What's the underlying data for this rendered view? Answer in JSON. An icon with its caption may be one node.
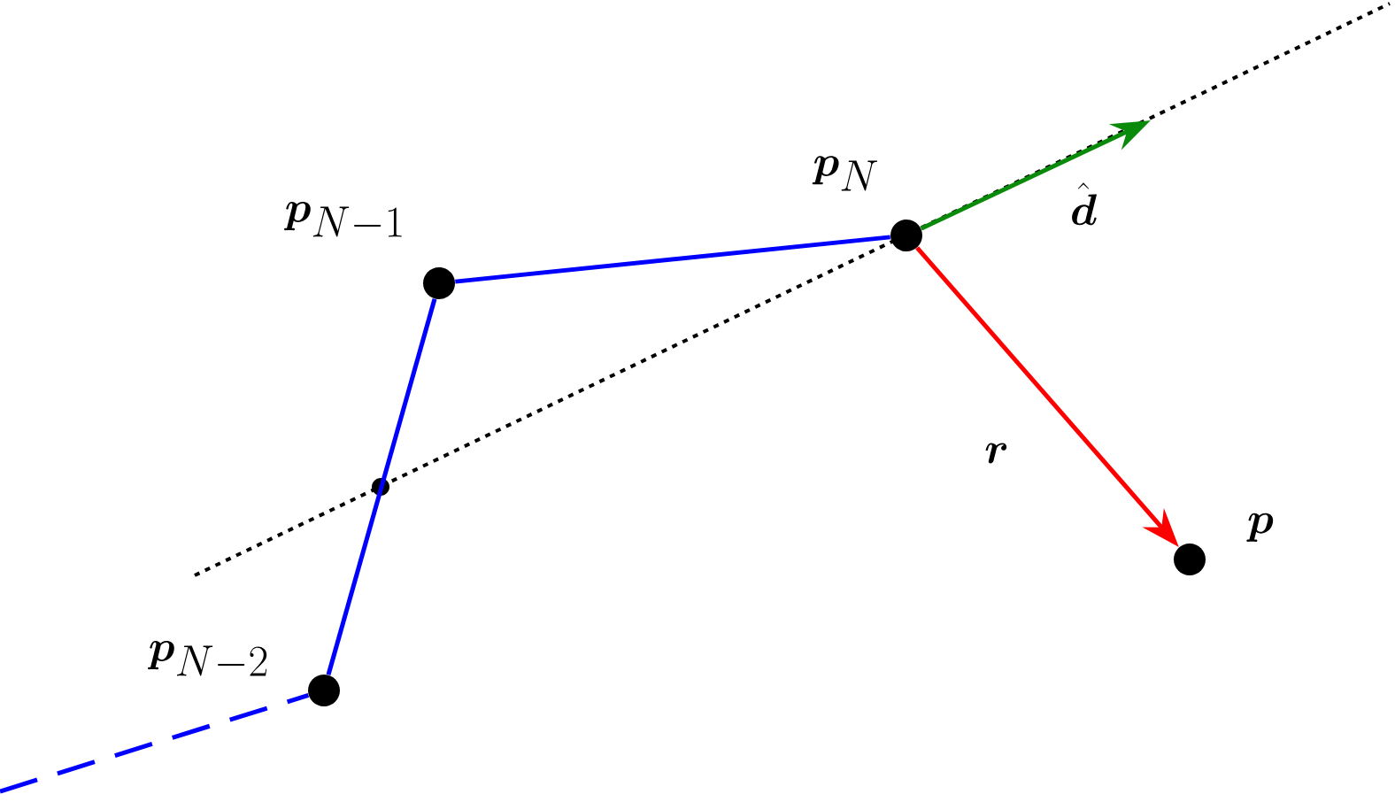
{
  "diagram": {
    "nodes": [
      {
        "text": [
          "\\boldsymbol{p}_{N-2}"
        ]
      },
      {
        "text": [],
        "shape": "circle"
      },
      {
        "text": [
          "\\boldsymbol{p}_{N-1}"
        ]
      },
      {
        "text": [
          "\\boldsymbol{p}_{N}"
        ]
      },
      {
        "text": [
          "\\boldsymbol{p}"
        ]
      }
    ],
    "edges": [
      {
        "from": null,
        "to": 0,
        "arrow": "none",
        "style": "dashed",
        "color": "#0000ff"
      },
      {
        "from": 0,
        "to": 2,
        "arrow": "none",
        "color": "#0000ff"
      },
      {
        "from": 2,
        "to": 3,
        "arrow": "none",
        "color": "#0000ff"
      },
      {
        "from": 3,
        "to": null,
        "arrow": "to",
        "label": "\\hat{\\boldsymbol{d}}",
        "color": "#0a8a0a"
      },
      {
        "from": 3,
        "to": 4,
        "arrow": "to",
        "label": "\\boldsymbol{r}",
        "color": "#ff0000"
      }
    ]
  }
}
